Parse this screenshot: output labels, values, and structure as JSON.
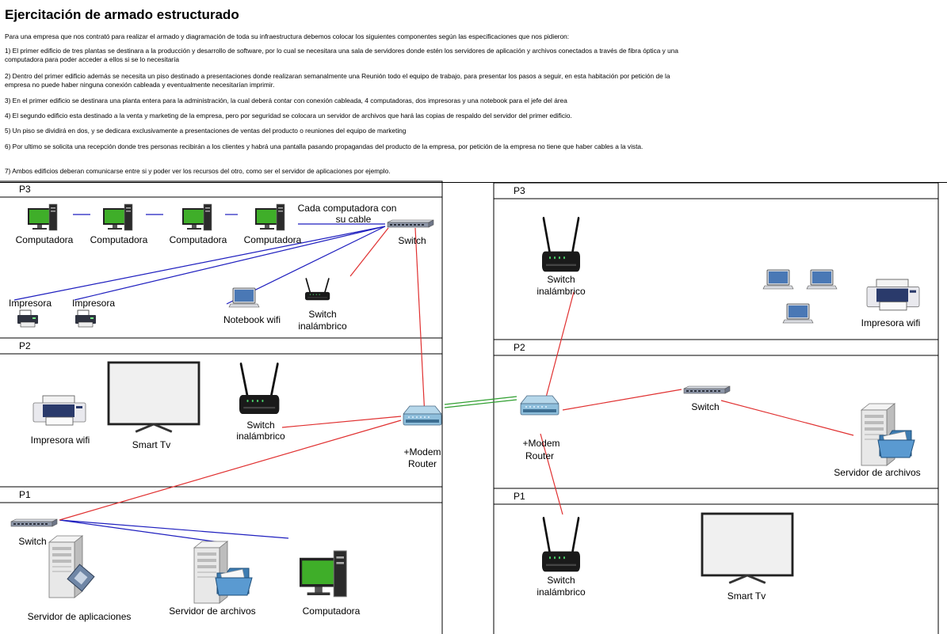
{
  "title": "Ejercitación de armado estructurado",
  "intro": "Para una empresa que  nos contrató para realizar el armado y diagramación de toda su infraestructura debemos colocar los siguientes componentes según las especificaciones que nos pidieron:",
  "requirements": [
    "1) El primer edificio de tres plantas se destinara a la producción y desarrollo de software, por lo cual se necesitara una sala de servidores donde estén los servidores de aplicación y archivos conectados a través de fibra óptica y una computadora para poder acceder a ellos si se lo necesitaría",
    "2) Dentro del primer edificio además se necesita un piso destinado a presentaciones donde realizaran semanalmente una Reunión todo el equipo de trabajo, para presentar los pasos a seguir, en esta habitación por petición de la empresa no puede haber ninguna conexión cableada y eventualmente necesitarían imprimir.",
    "3) En el primer edificio se destinara una planta entera para la administración, la cual deberá contar con conexión cableada, 4 computadoras, dos impresoras y una notebook para el jefe del área",
    "4) El segundo edificio esta destinado a la venta y marketing de la empresa, pero por seguridad se colocara un servidor de archivos que hará las copias de respaldo del servidor del primer edificio.",
    "5) Un piso se dividirá en dos, y se dedicara exclusivamente a presentaciones de ventas del producto o reuniones del equipo de marketing",
    "6) Por ultimo se solicita una recepción donde tres personas recibirán a los clientes y habrá una pantalla pasando propagandas del producto de la empresa, por petición de la empresa no tiene que haber cables a la vista.",
    "7) Ambos edificios deberan comunicarse entre si y poder ver los recursos del otro, como ser el servidor de aplicaciones por ejemplo."
  ],
  "building1": {
    "floors": {
      "p3": "P3",
      "p2": "P2",
      "p1": "P1"
    },
    "p3": {
      "computers": [
        "Computadora",
        "Computadora",
        "Computadora",
        "Computadora"
      ],
      "cable_note_1": "Cada computadora con",
      "cable_note_2": "su cable",
      "switch": "Switch",
      "printers": [
        "Impresora",
        "Impresora"
      ],
      "notebook": "Notebook wifi",
      "wireless_1": "Switch",
      "wireless_2": "inalámbrico"
    },
    "p2": {
      "printer": "Impresora wifi",
      "tv": "Smart Tv",
      "wireless_1": "Switch",
      "wireless_2": "inalámbrico",
      "router_1": "+Modem",
      "router_2": "Router"
    },
    "p1": {
      "switch": "Switch",
      "app_server": "Servidor de aplicaciones",
      "file_server": "Servidor de archivos",
      "computer": "Computadora"
    }
  },
  "building2": {
    "floors": {
      "p3": "P3",
      "p2": "P2",
      "p1": "P1"
    },
    "p3": {
      "wireless_1": "Switch",
      "wireless_2": "inalámbrico",
      "printer": "Impresora wifi"
    },
    "p2": {
      "router_1": "+Modem",
      "router_2": "Router",
      "switch": "Switch",
      "file_server": "Servidor de archivos"
    },
    "p1": {
      "wireless_1": "Switch",
      "wireless_2": "inalámbrico",
      "tv": "Smart Tv"
    }
  },
  "colors": {
    "wired": "#1f1fbf",
    "wireless_link": "#e03030",
    "fiber": "#2e9e2e",
    "screen_green": "#3fae29",
    "device_dark": "#1a1a1a"
  }
}
